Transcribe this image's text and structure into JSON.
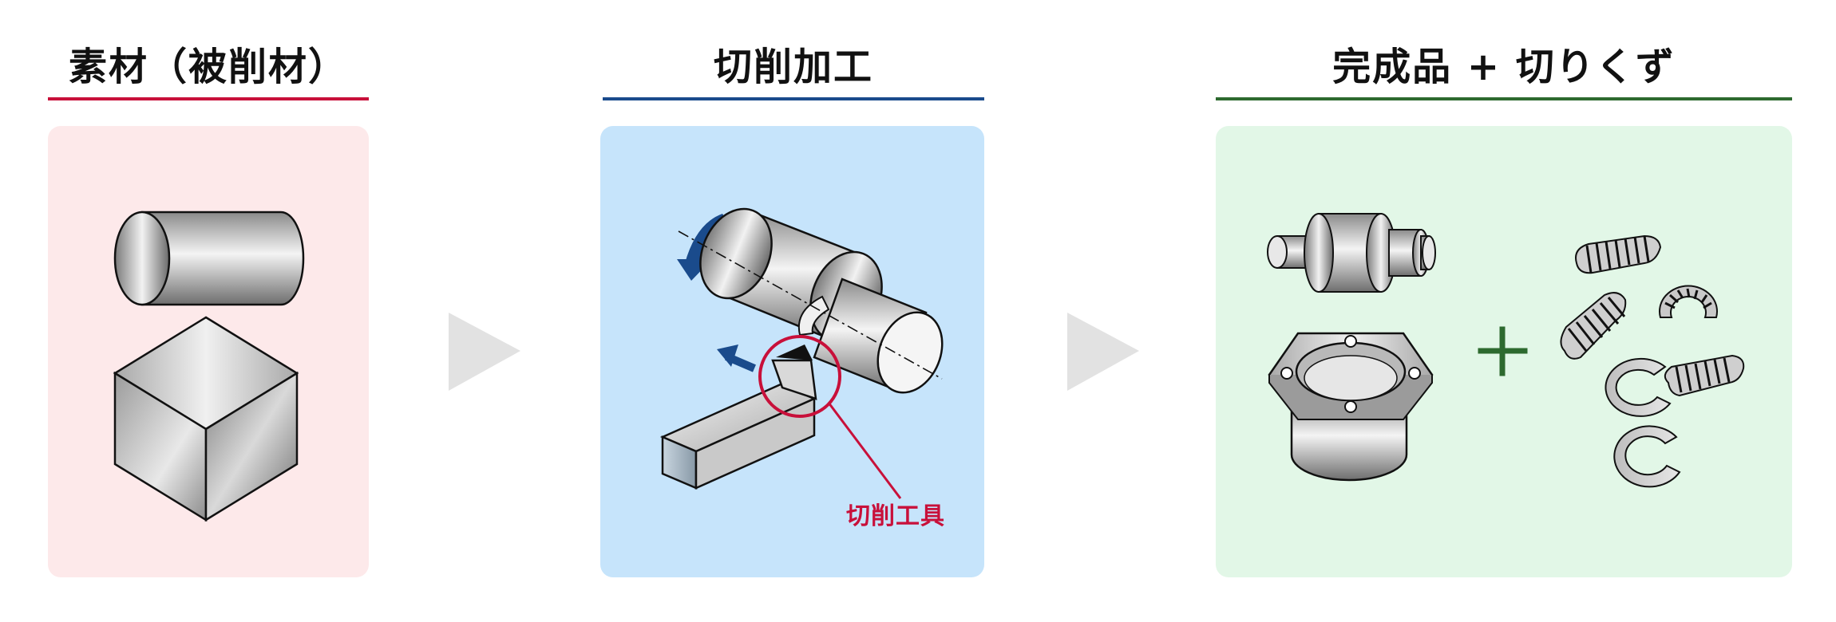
{
  "sections": [
    {
      "title": "素材（被削材）",
      "accent": "#c8103a",
      "panel_color": "#fde9ea"
    },
    {
      "title": "切削加工",
      "accent": "#1a4b8c",
      "panel_color": "#c6e4fb"
    },
    {
      "title": "完成品 + 切りくず",
      "accent": "#2d6a2f",
      "panel_color": "#e2f7e7"
    }
  ],
  "tool_label": "切削工具",
  "plus_color": "#2d6a2f",
  "step_arrow_color": "#e2e2e2",
  "rotation_arrow_color": "#1a4b8c"
}
